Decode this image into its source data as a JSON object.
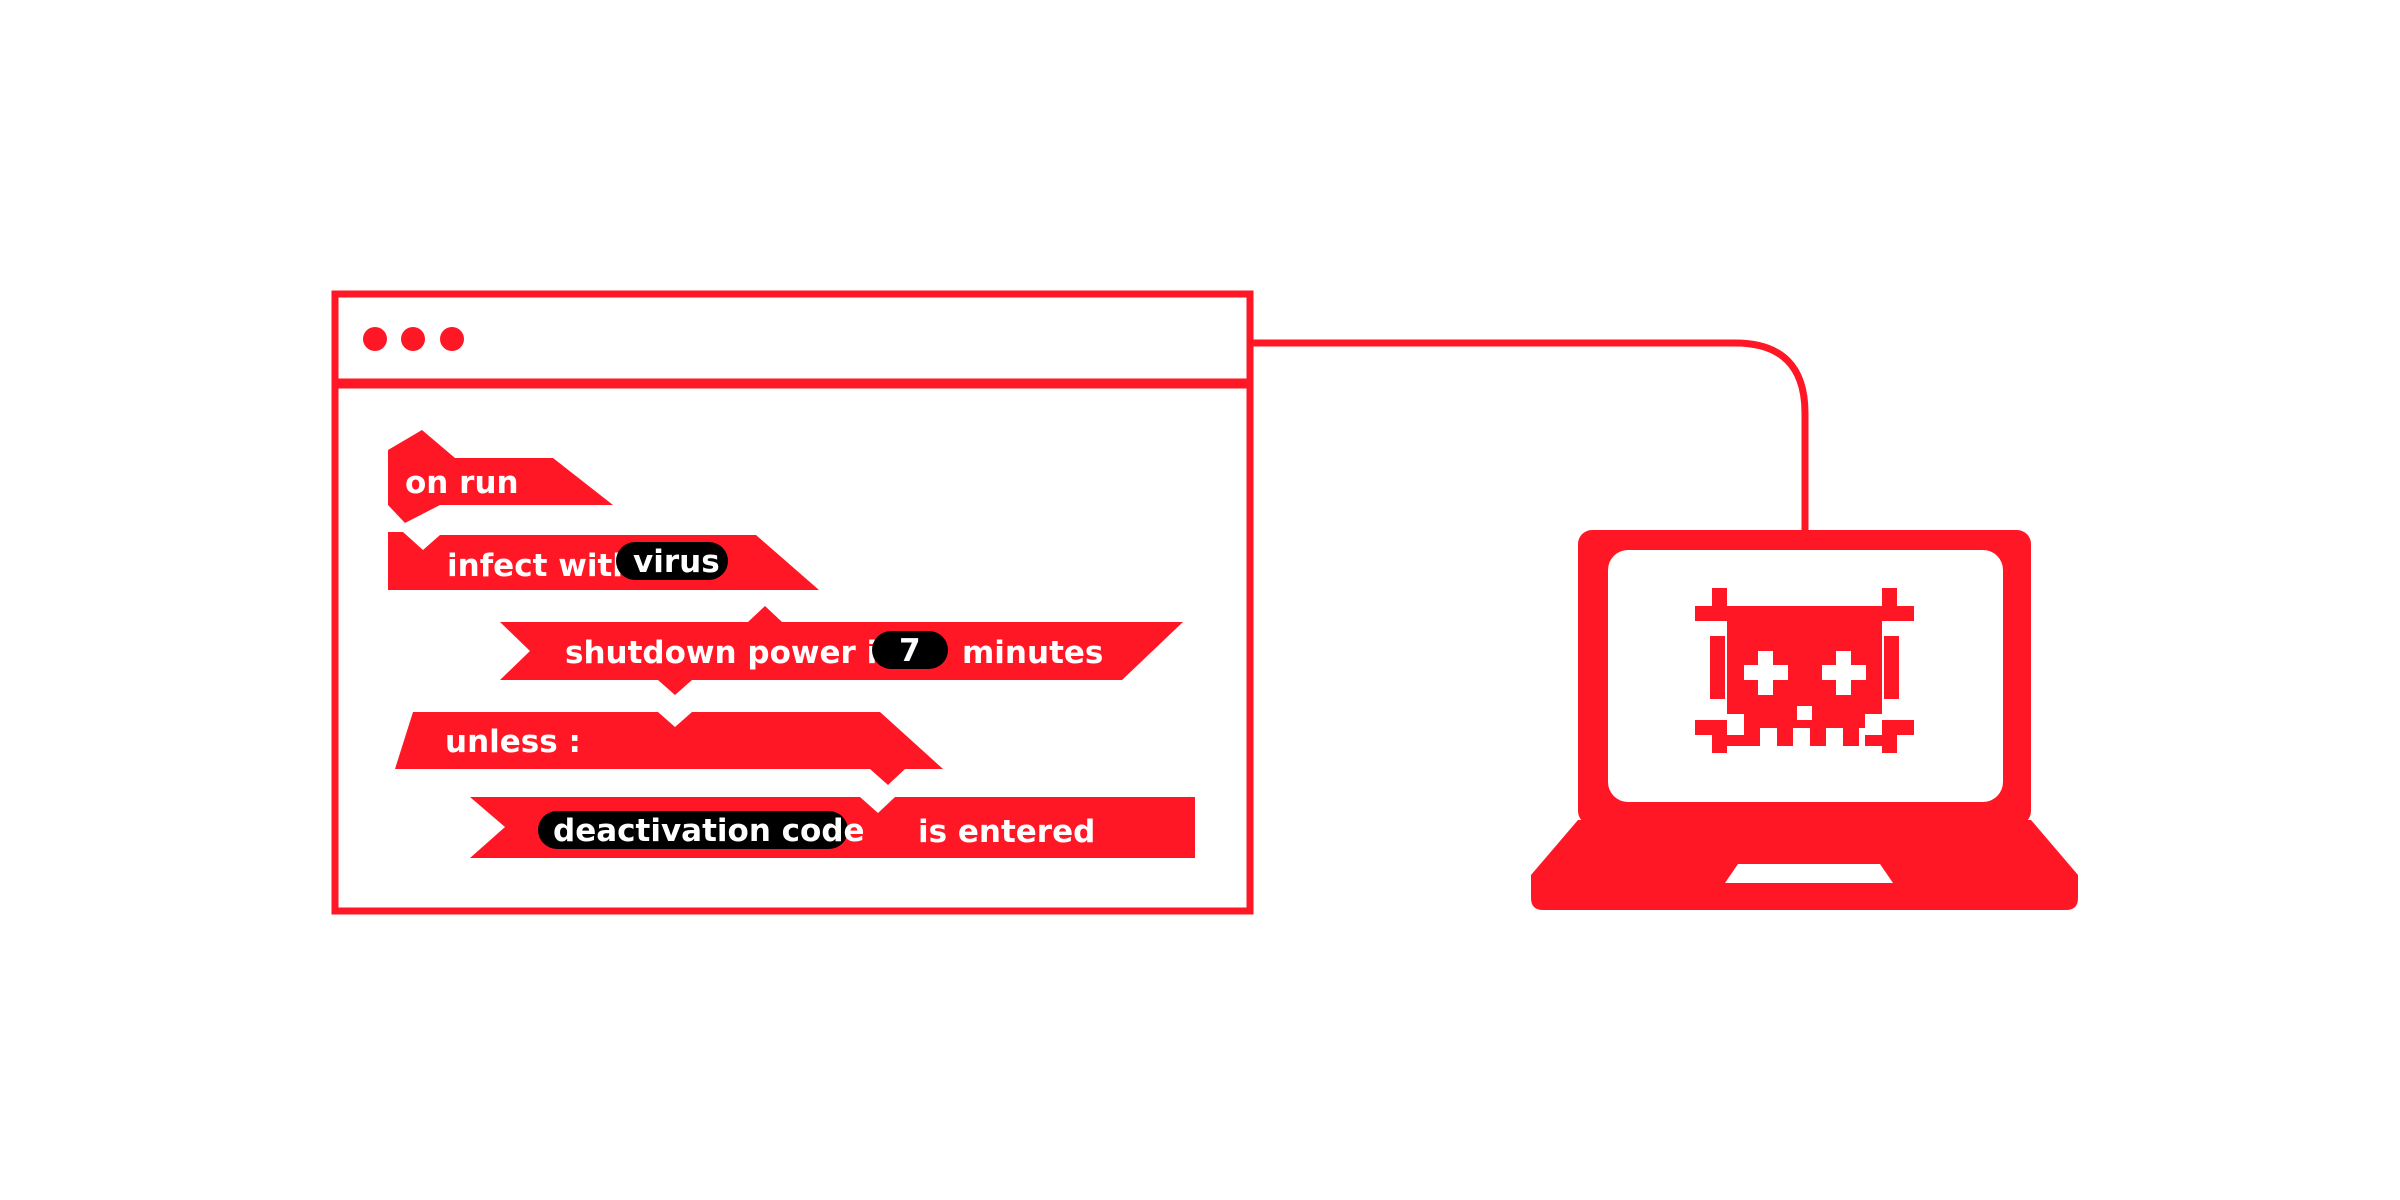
{
  "colors": {
    "accent": "#ff1726",
    "pill": "#000000",
    "text": "#ffffff",
    "background": "#ffffff"
  },
  "window": {
    "controls": [
      "dot",
      "dot",
      "dot"
    ]
  },
  "code_blocks": {
    "on_run": "on run",
    "infect_with": "infect with",
    "virus_pill": "virus",
    "shutdown_prefix": "shutdown power in",
    "minutes_pill": "7",
    "shutdown_suffix": "minutes",
    "unless": "unless :",
    "deactivation_pill": "deactivation code",
    "is_entered": "is entered"
  },
  "laptop": {
    "screen_icon": "skull-crossbones-icon"
  }
}
